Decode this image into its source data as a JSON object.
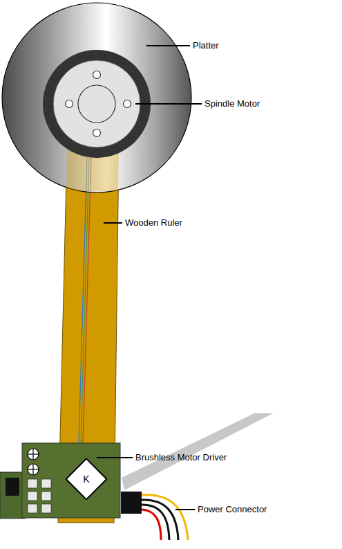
{
  "diagram": {
    "nodes": [
      {
        "text": [
          "K"
        ]
      }
    ],
    "labels": [
      "Platter",
      "Spindle Motor",
      "Wooden Ruler",
      "Brushless Motor Driver",
      "Power Connector"
    ]
  }
}
